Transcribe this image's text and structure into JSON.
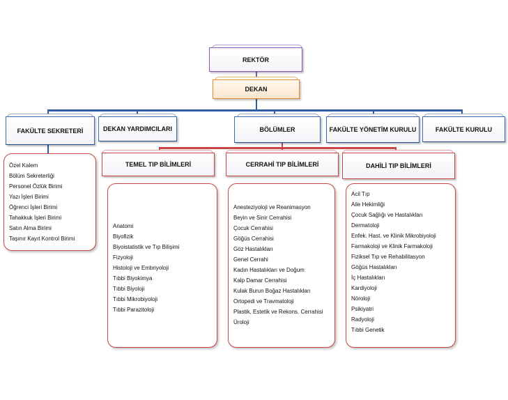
{
  "rektor": "REKTÖR",
  "dekan": "DEKAN",
  "top_units": [
    "FAKÜLTE SEKRETERİ",
    "DEKAN YARDIMCILARI",
    "BÖLÜMLER",
    "FAKÜLTE YÖNETİM KURULU",
    "FAKÜLTE KURULU"
  ],
  "sekreterlik_items": [
    "Özel Kalem",
    "Bölüm Sekreterliği",
    "Personel Özlük Birimi",
    "Yazı İşleri Birimi",
    "Öğrenci İşleri Birimi",
    "Tahakkuk İşleri Birimi",
    "Satın Alma Birimi",
    "Taşınır Kayıt Kontrol Birimi"
  ],
  "departments": [
    "TEMEL TIP BİLİMLERİ",
    "CERRAHİ TIP BİLİMLERİ",
    "DAHİLİ TIP BİLİMLERİ"
  ],
  "temel_items": [
    "Anatomi",
    "Biyofizik",
    "Biyoistatistik ve Tıp Bilişimi",
    "Fizyoloji",
    "Histoloji ve Embriyoloji",
    "Tıbbi Biyokimya",
    "Tıbbi Biyoloji",
    "Tıbbi Mikrobiyoloji",
    "Tıbbi Parazitoloji"
  ],
  "cerrahi_items": [
    "Anesteziyoloji ve Reanimasyon",
    "Beyin ve Sinir Cerrahisi",
    "Çocuk Cerrahisi",
    "Göğüs Cerrahisi",
    "Göz Hastalıkları",
    "Genel Cerrahi",
    "Kadın Hastalıkları ve Doğum",
    "Kalp Damar Cerrahisi",
    "Kulak Burun Boğaz Hastalıkları",
    "Ortopedi ve Travmatoloji",
    "Plastik, Estetik ve Rekons. Cerrahisi",
    "Üroloji"
  ],
  "dahili_items": [
    "Acil Tıp",
    "Aile Hekimliği",
    "Çocuk Sağlığı ve Hastalıkları",
    "Dermatoloji",
    "Enfek. Hast. ve Klinik Mikrobiyoloji",
    "Farmakoloji ve Klinik Farmakoloji",
    "Fiziksel Tıp ve Rehabilitasyon",
    "Göğüs Hastalıkları",
    "İç Hastalıkları",
    "Kardiyoloji",
    "Nöroloji",
    "Psikiyatri",
    "Radyoloji",
    "Tıbbi Genetik"
  ],
  "colors": {
    "blue": "#2f5da8",
    "red": "#c74646",
    "purple": "#8a55b8",
    "orange": "#e88b2c"
  }
}
